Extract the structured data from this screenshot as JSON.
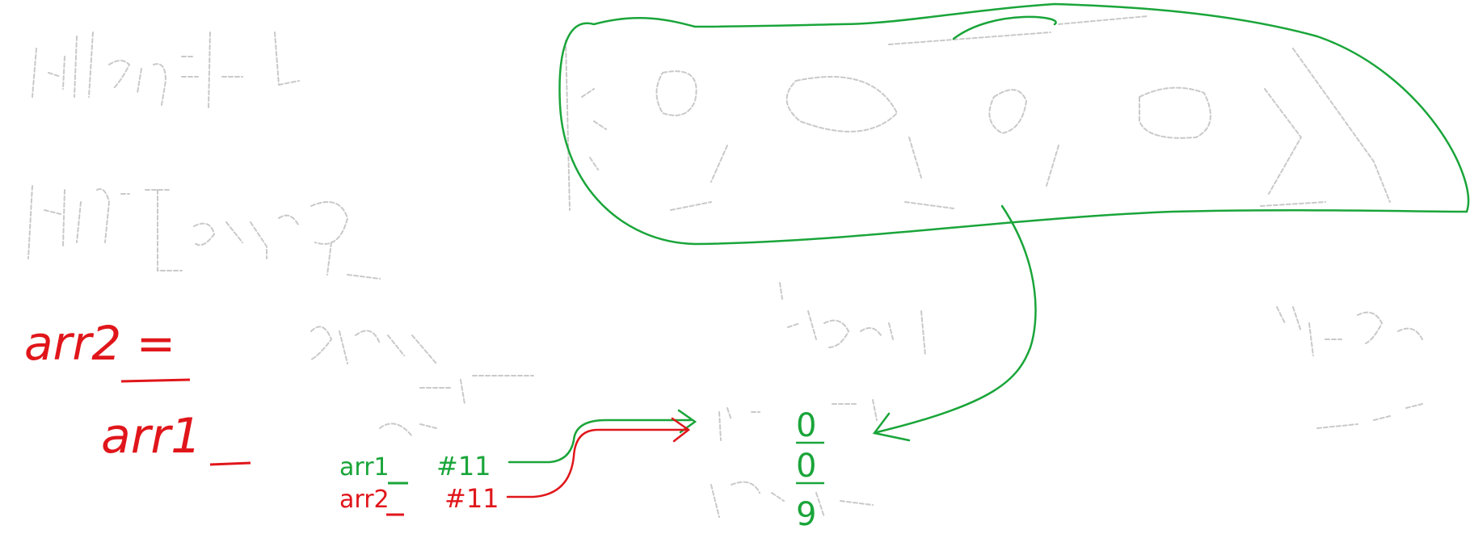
{
  "colors": {
    "green": "#1aa53a",
    "red": "#e0161b",
    "ghost": "#c9c9c9",
    "background": "#ffffff"
  },
  "red_notes": {
    "line1": "arr2 =",
    "line2": "arr1"
  },
  "labels": {
    "arr1": "arr1",
    "arr2": "arr2",
    "ref1": "#11",
    "ref2": "#11"
  },
  "heap_cells": [
    "0",
    "0",
    "9"
  ],
  "faint_notes": [
    "int[] arr1 = {",
    "int[] arr2",
    "stack",
    "heap",
    "Garbage"
  ],
  "annotations": {
    "arrow_heads": "arrow-head",
    "outline": "array-outline"
  }
}
